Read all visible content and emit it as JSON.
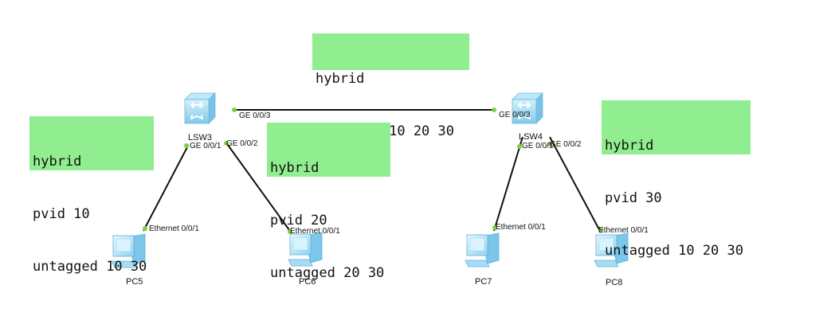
{
  "colors": {
    "note_bg": "#90ee90",
    "link": "#111111",
    "port_dot": "#7cd13a",
    "device": "#9fd8f2"
  },
  "icons": {
    "switch": "switch-icon",
    "pc": "pc-icon"
  },
  "devices": {
    "lsw3": {
      "name": "LSW3"
    },
    "lsw4": {
      "name": "LSW4"
    },
    "pc5": {
      "name": "PC5"
    },
    "pc6": {
      "name": "PC6"
    },
    "pc7": {
      "name": "PC7"
    },
    "pc8": {
      "name": "PC8"
    }
  },
  "ports": {
    "lsw3_ge003": "GE 0/0/3",
    "lsw3_ge001": "GE 0/0/1",
    "lsw3_ge002": "GE 0/0/2",
    "lsw4_ge003": "GE 0/0/3",
    "lsw4_ge001": "GE 0/0/1",
    "lsw4_ge002": "GE 0/0/2",
    "pc5_eth": "Ethernet 0/0/1",
    "pc6_eth": "Ethernet 0/0/1",
    "pc7_eth": "Ethernet 0/0/1",
    "pc8_eth": "Ethernet 0/0/1"
  },
  "notes": {
    "trunk": {
      "line1": "hybrid",
      "line2": "untagged 10 20 30"
    },
    "lsw3_g1": {
      "line1": "hybrid",
      "line2": "pvid 10",
      "line3": "untagged 10 30"
    },
    "lsw3_g2": {
      "line1": "hybrid",
      "line2": "pvid 20",
      "line3": "untagged 20 30"
    },
    "lsw4": {
      "line1": "hybrid",
      "line2": "pvid 30",
      "line3": "untagged 10 20 30"
    }
  }
}
